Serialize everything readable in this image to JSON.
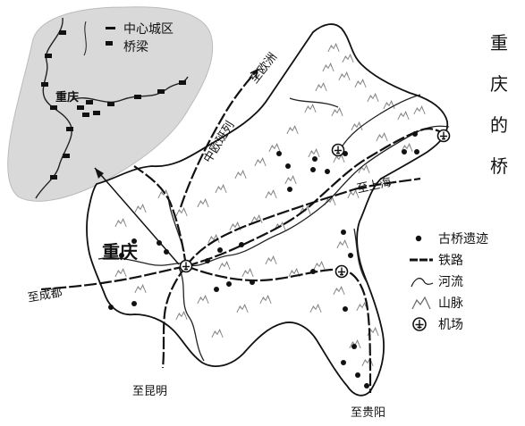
{
  "title_vertical": [
    "重",
    "庆",
    "的",
    "桥"
  ],
  "inset": {
    "legend_label_district": "中心城区",
    "legend_label_bridge": "桥梁",
    "city_label": "重庆"
  },
  "main_city_label": "重庆",
  "routes": {
    "to_europe": "至欧洲",
    "railway_name": "中欧班列",
    "to_shanghai": "至上海",
    "to_chengdu": "至成都",
    "to_kunming": "至昆明",
    "to_guiyang": "至贵阳"
  },
  "legend": [
    {
      "icon": "dot-icon",
      "label": "古桥遗迹"
    },
    {
      "icon": "railway-icon",
      "label": "铁路"
    },
    {
      "icon": "river-icon",
      "label": "河流"
    },
    {
      "icon": "mountain-icon",
      "label": "山脉"
    },
    {
      "icon": "airport-icon",
      "label": "机场"
    }
  ],
  "colors": {
    "land": "#ffffff",
    "inset_bg": "#d9d9d9",
    "ink": "#111111",
    "mountain": "#666666"
  }
}
